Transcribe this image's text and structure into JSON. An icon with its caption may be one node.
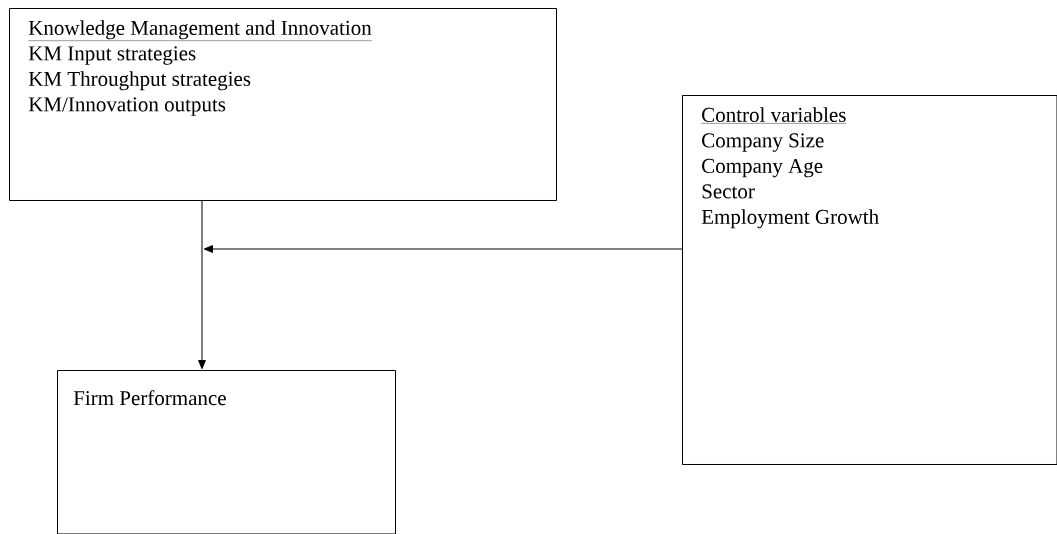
{
  "diagram": {
    "nodes": [
      {
        "text": [
          "Knowledge Management and Innovation",
          "KM Input strategies",
          "KM Throughput strategies",
          "KM/Innovation outputs"
        ]
      },
      {
        "text": [
          "Control variables",
          "Company Size",
          "Company Age",
          "Sector",
          "Employment Growth"
        ]
      },
      {
        "text": [
          "Firm Performance"
        ]
      }
    ],
    "edges": [
      {
        "from": 0,
        "to": 2,
        "arrow": "to"
      },
      {
        "from": 1,
        "to": null,
        "arrow": "to"
      }
    ]
  }
}
